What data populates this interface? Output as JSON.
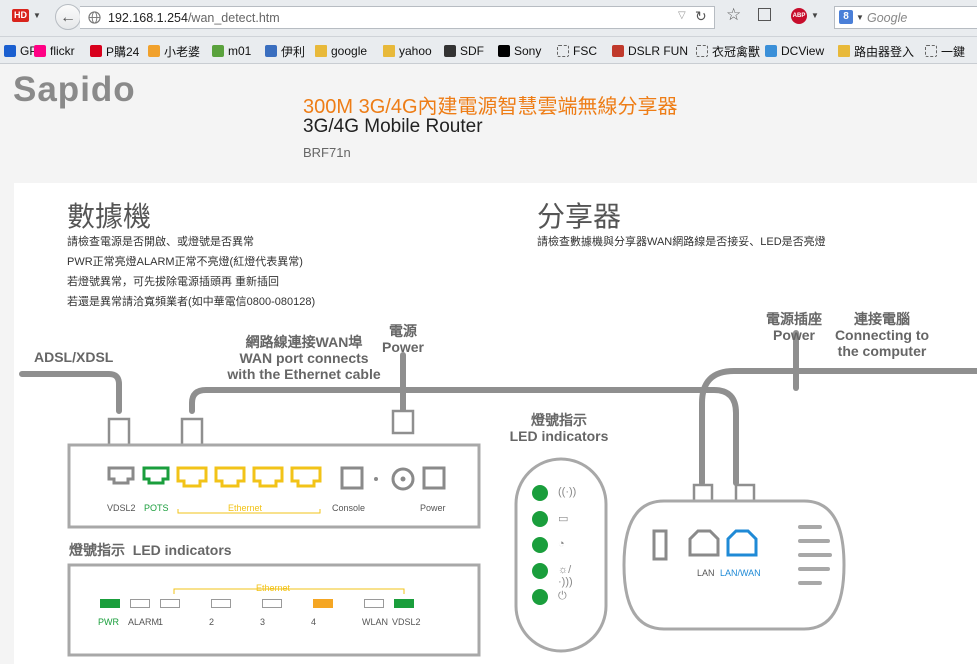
{
  "browser": {
    "url_host": "192.168.1.254",
    "url_path": "/wan_detect.htm",
    "addon_label": "HD",
    "abp_label": "ABP",
    "search_placeholder": "Google",
    "search_engine_letter": "8"
  },
  "bookmarks": [
    {
      "label": "GPF",
      "icon": "dots-icon",
      "color": "#1a5fd0"
    },
    {
      "label": "flickr",
      "icon": "flickr-icon",
      "color": "#ff0084"
    },
    {
      "label": "P購24",
      "icon": "pchome-icon",
      "color": "#d8001c"
    },
    {
      "label": "小老婆",
      "icon": "kuso-icon",
      "color": "#f1a12c"
    },
    {
      "label": "m01",
      "icon": "m01-icon",
      "color": "#5aa23d"
    },
    {
      "label": "伊利",
      "icon": "eyny-icon",
      "color": "#3a6ebf"
    },
    {
      "label": "google",
      "icon": "folder-icon",
      "color": "#e8b93a"
    },
    {
      "label": "yahoo",
      "icon": "folder-icon",
      "color": "#e8b93a"
    },
    {
      "label": "SDF",
      "icon": "camera-icon",
      "color": "#333333"
    },
    {
      "label": "Sony",
      "icon": "sony-icon",
      "color": "#000000"
    },
    {
      "label": "FSC",
      "icon": "blank-page-icon",
      "color": "#888888"
    },
    {
      "label": "DSLR FUN",
      "icon": "dslr-icon",
      "color": "#c0392b"
    },
    {
      "label": "衣冠禽獸",
      "icon": "blank-page-icon",
      "color": "#888888"
    },
    {
      "label": "DCView",
      "icon": "dcview-icon",
      "color": "#3a8fd8"
    },
    {
      "label": "路由器登入",
      "icon": "folder-icon",
      "color": "#e8b93a"
    },
    {
      "label": "一鍵",
      "icon": "blank-page-icon",
      "color": "#888888"
    }
  ],
  "header": {
    "logo": "Sapido",
    "title": "300M 3G/4G內建電源智慧雲端無線分享器",
    "subtitle": "3G/4G Mobile Router",
    "model": "BRF71n"
  },
  "modem": {
    "title": "數據機",
    "notes": [
      "請檢查電源是否開啟、或燈號是否異常",
      "PWR正常亮燈ALARM正常不亮燈(紅燈代表異常)",
      "若燈號異常，可先拔除電源插頭再 重新插回",
      "若還是異常請洽寬頻業者(如中華電信0800-080128)"
    ]
  },
  "router": {
    "title": "分享器",
    "notes": [
      "請檢查數據機與分享器WAN網路線是否接妥、LED是否亮燈"
    ]
  },
  "diagram": {
    "adsl_label": "ADSL/XDSL",
    "wan_label_zh": "網路線連接WAN埠",
    "wan_label_en1": "WAN port connects",
    "wan_label_en2": "with the Ethernet cable",
    "power_zh": "電源",
    "power_en": "Power",
    "router_power_zh": "電源插座",
    "router_power_en": "Power",
    "computer_zh": "連接電腦",
    "computer_en1": "Connecting to",
    "computer_en2": "the computer",
    "led_zh": "燈號指示",
    "led_en": "LED indicators",
    "modem_led_title_zh": "燈號指示",
    "modem_led_title_en": "LED indicators",
    "port_vdsl2": "VDSL2",
    "port_pots": "POTS",
    "port_ethernet": "Ethernet",
    "port_console": "Console",
    "port_power": "Power",
    "router_lan": "LAN",
    "router_lanwan": "LAN/WAN",
    "modem_leds": [
      {
        "label": "PWR",
        "state": "green"
      },
      {
        "label": "ALARM",
        "state": "off"
      },
      {
        "label": "1",
        "state": "off"
      },
      {
        "label": "2",
        "state": "off"
      },
      {
        "label": "3",
        "state": "off"
      },
      {
        "label": "4",
        "state": "orange"
      },
      {
        "label": "WLAN",
        "state": "off"
      },
      {
        "label": "VDSL2",
        "state": "green"
      }
    ],
    "router_led_symbols": [
      "((·))",
      "▭",
      "◔",
      "☼/·)))",
      "⏻"
    ],
    "colors": {
      "cable": "#8f8f8f",
      "led_green": "#1a9e3c",
      "led_orange": "#f5a623",
      "ethernet_yellow": "#f2c318",
      "lanwan_blue": "#1f8ad6"
    }
  }
}
